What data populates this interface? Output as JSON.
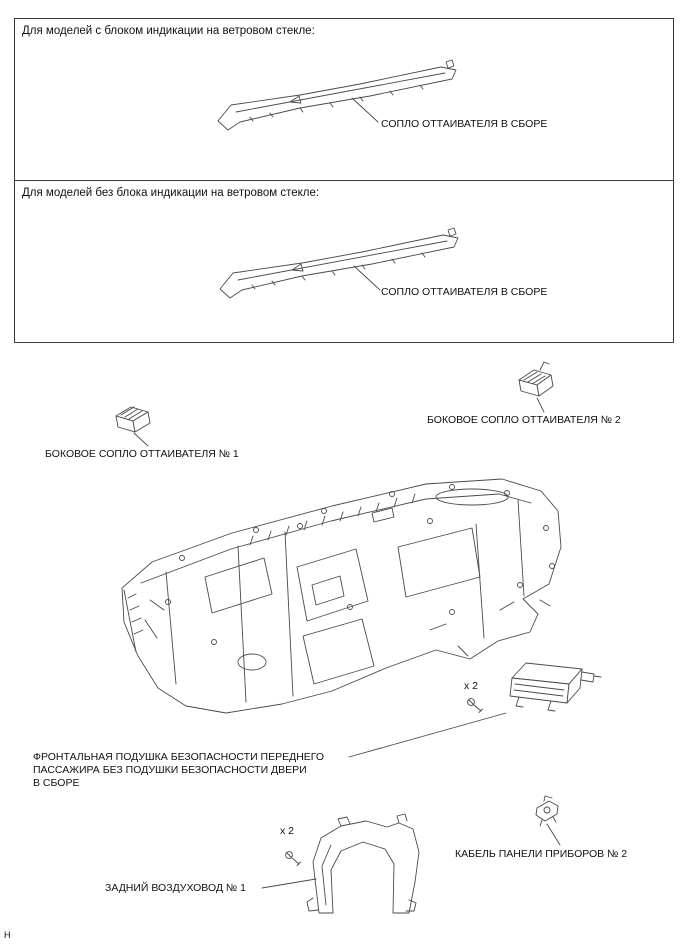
{
  "page": {
    "footer_mark": "H"
  },
  "top_box": {
    "rows": [
      {
        "caption": "Для моделей с блоком индикации на ветровом стекле:",
        "part_label": "СОПЛО ОТТАИВАТЕЛЯ В СБОРЕ"
      },
      {
        "caption": "Для моделей без блока индикации на ветровом стекле:",
        "part_label": "СОПЛО ОТТАИВАТЕЛЯ В СБОРЕ"
      }
    ]
  },
  "diagram": {
    "side_defroster_nozzle_2_label": "БОКОВОЕ СОПЛО ОТТАИВАТЕЛЯ № 2",
    "side_defroster_nozzle_1_label": "БОКОВОЕ СОПЛО ОТТАИВАТЕЛЯ № 1",
    "passenger_airbag": {
      "lines": [
        "ФРОНТАЛЬНАЯ ПОДУШКА БЕЗОПАСНОСТИ ПЕРЕДНЕГО",
        "ПАССАЖИРА БЕЗ ПОДУШКИ БЕЗОПАСНОСТИ ДВЕРИ",
        "В СБОРЕ"
      ],
      "quantity": "x 2"
    },
    "instrument_panel_cable_2_label": "КАБЕЛЬ ПАНЕЛИ ПРИБОРОВ № 2",
    "rear_air_duct": {
      "label": "ЗАДНИЙ ВОЗДУХОВОД № 1",
      "quantity": "x 2"
    }
  }
}
